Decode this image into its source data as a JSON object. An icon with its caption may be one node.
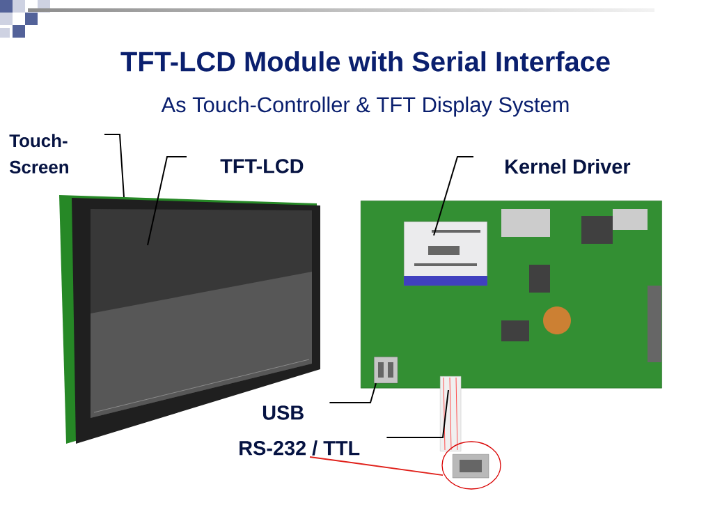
{
  "diagram": {
    "title": "TFT-LCD Module with Serial Interface",
    "nodes": [
      {
        "text": [
          "Touch- Screen"
        ]
      },
      {
        "text": [
          "TFT-LCD"
        ]
      },
      {
        "text": [
          "Kernel Driver"
        ]
      },
      {
        "text": [
          "USB"
        ]
      },
      {
        "text": [
          "RS-232 / TTL"
        ]
      },
      {
        "text": [],
        "shape": "picture"
      },
      {
        "text": [],
        "shape": "picture",
        "in": 5
      },
      {
        "text": [],
        "shape": "picture"
      },
      {
        "text": [],
        "shape": "picture",
        "in": 7
      },
      {
        "text": [],
        "shape": "picture",
        "in": 7
      },
      {
        "text": [],
        "shape": "picture"
      },
      {
        "text": [],
        "shape": "picture"
      }
    ],
    "edges": [
      {
        "from": 0,
        "to": 5,
        "arrow": "none"
      },
      {
        "from": 1,
        "to": 6,
        "arrow": "none"
      },
      {
        "from": 2,
        "to": 8,
        "arrow": "none"
      },
      {
        "from": 3,
        "to": 9,
        "arrow": "none"
      },
      {
        "from": 4,
        "to": 10,
        "arrow": "none"
      },
      {
        "from": 4,
        "to": 11,
        "arrow": "none",
        "color": "#e0201a"
      }
    ],
    "labels": [
      "As Touch-Controller & TFT Display System"
    ]
  }
}
